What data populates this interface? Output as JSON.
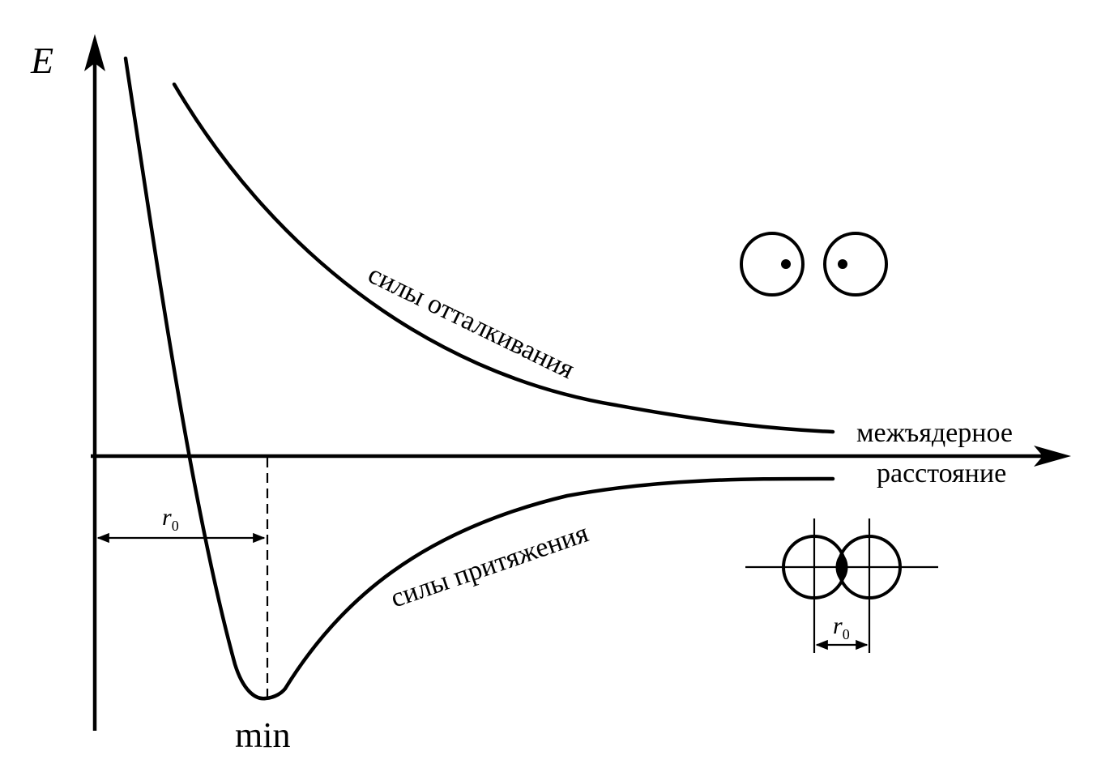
{
  "axes": {
    "y_label": "E",
    "x_label_line1": "межъядерное",
    "x_label_line2": "расстояние"
  },
  "curves": {
    "repulsion_label": "силы отталкивания",
    "attraction_label": "силы притяжения"
  },
  "labels": {
    "min": "min",
    "r0_symbol": "r",
    "r0_subscript": "0"
  },
  "colors": {
    "ink": "#000000",
    "background": "#ffffff"
  },
  "icons": {
    "separated_atoms": "two-separate-atoms-icon",
    "overlapping_atoms": "overlapping-atoms-icon"
  }
}
